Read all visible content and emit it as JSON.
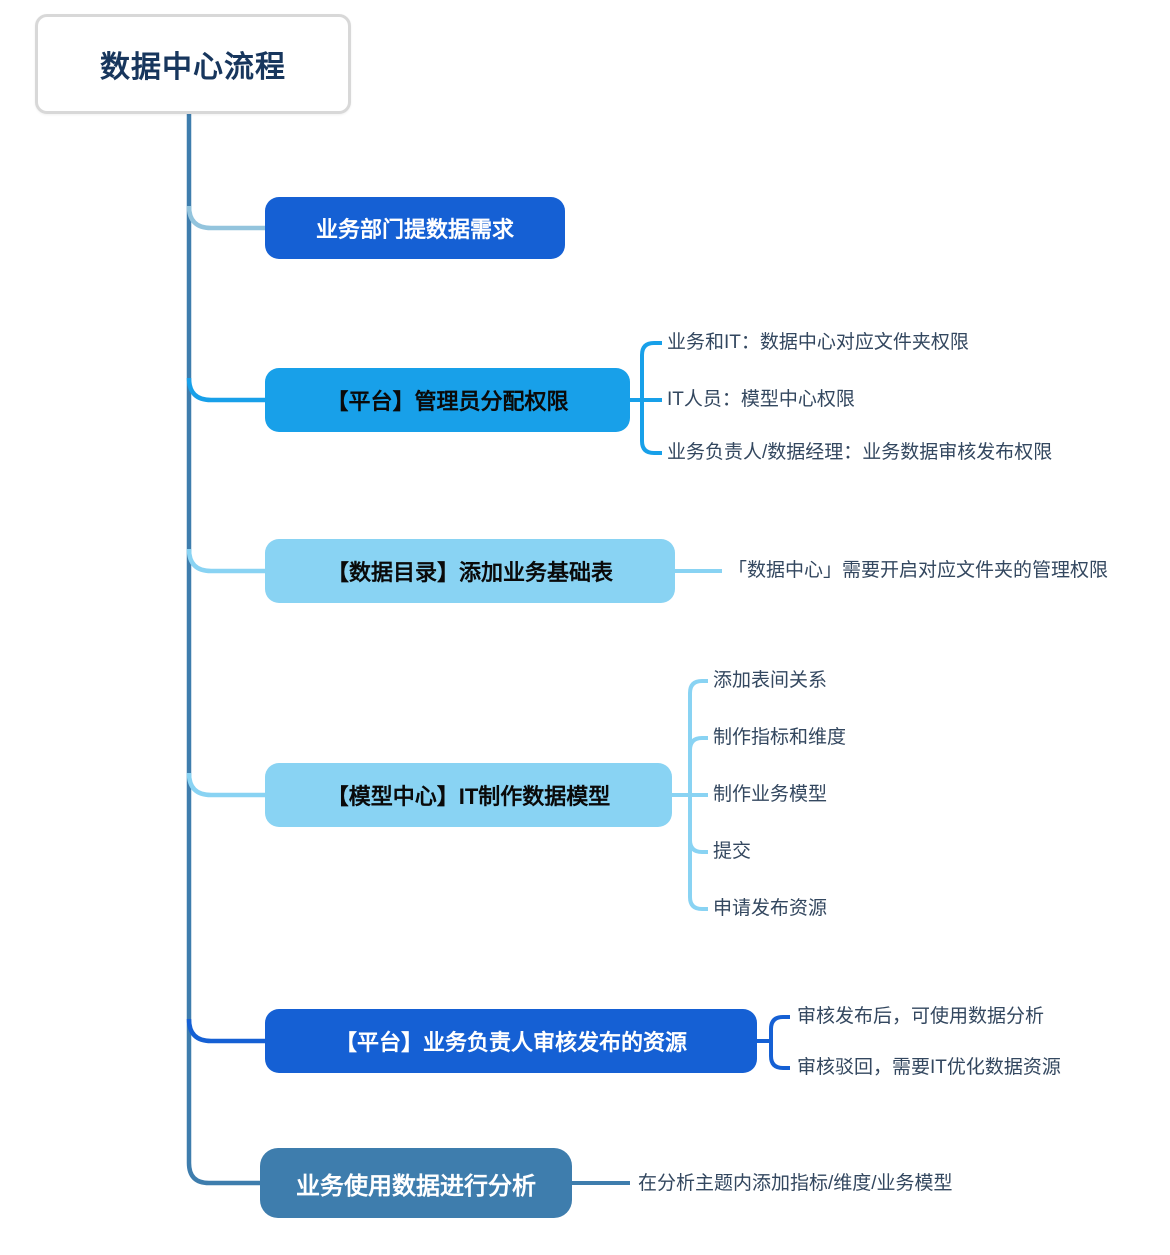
{
  "title": "数据中心流程",
  "colors": {
    "trunk": "#3e7dad",
    "royal_blue": "#1560d4",
    "azure_blue": "#18a0e9",
    "sky_blue": "#89d3f3",
    "steel_blue": "#3e7dad",
    "branch1_connector": "#93c4dd",
    "leaf_text": "#33475f",
    "root_text": "#17365d"
  },
  "tree": {
    "root": "数据中心流程",
    "branches": [
      {
        "label": "业务部门提数据需求",
        "children": []
      },
      {
        "label": "【平台】管理员分配权限",
        "children": [
          "业务和IT：数据中心对应文件夹权限",
          "IT人员：模型中心权限",
          "业务负责人/数据经理：业务数据审核发布权限"
        ]
      },
      {
        "label": "【数据目录】添加业务基础表",
        "children": [
          "「数据中心」需要开启对应文件夹的管理权限"
        ]
      },
      {
        "label": "【模型中心】IT制作数据模型",
        "children": [
          "添加表间关系",
          "制作指标和维度",
          "制作业务模型",
          "提交",
          "申请发布资源"
        ]
      },
      {
        "label": "【平台】业务负责人审核发布的资源",
        "children": [
          "审核发布后，可使用数据分析",
          "审核驳回，需要IT优化数据资源"
        ]
      },
      {
        "label": "业务使用数据进行分析",
        "children": [
          "在分析主题内添加指标/维度/业务模型"
        ]
      }
    ]
  }
}
